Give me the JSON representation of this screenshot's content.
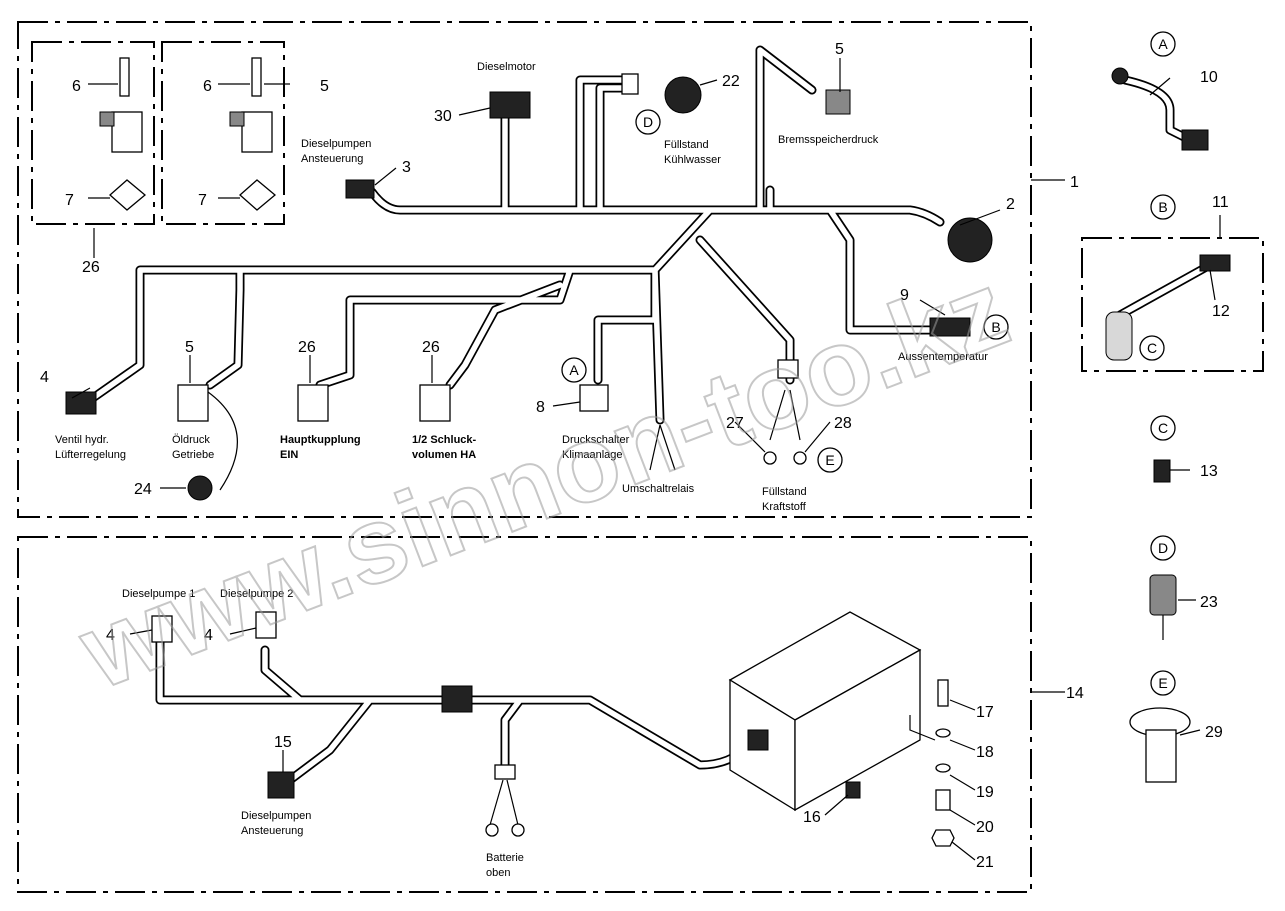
{
  "watermark": "www.sinnon-too.kz",
  "callouts": {
    "c1": "1",
    "c2": "2",
    "c3": "3",
    "c4a": "4",
    "c4b": "4",
    "c4c": "4",
    "c5a": "5",
    "c5b": "5",
    "c5c": "5",
    "c6a": "6",
    "c6b": "6",
    "c7a": "7",
    "c7b": "7",
    "c8": "8",
    "c9": "9",
    "c10": "10",
    "c11": "11",
    "c12": "12",
    "c13": "13",
    "c14": "14",
    "c15": "15",
    "c16": "16",
    "c17": "17",
    "c18": "18",
    "c19": "19",
    "c20": "20",
    "c21": "21",
    "c22": "22",
    "c23": "23",
    "c24": "24",
    "c26a": "26",
    "c26b": "26",
    "c26c": "26",
    "c27": "27",
    "c28": "28",
    "c29": "29",
    "c30": "30"
  },
  "markers": {
    "A": "A",
    "B": "B",
    "C": "C",
    "D": "D",
    "E": "E"
  },
  "labels": {
    "dieselmotor": "Dieselmotor",
    "dieselpumpen_1": "Dieselpumpen",
    "ansteuerung_1": "Ansteuerung",
    "fuellstand_1": "Füllstand",
    "kuehlwasser": "Kühlwasser",
    "bremsspeicherdruck": "Bremsspeicherdruck",
    "aussentemperatur": "Aussentemperatur",
    "ventil_1": "Ventil hydr.",
    "ventil_2": "Lüfterregelung",
    "oeldruck_1": "Öldruck",
    "oeldruck_2": "Getriebe",
    "hauptkupplung_1": "Hauptkupplung",
    "hauptkupplung_2": "EIN",
    "schluck_1": "1/2 Schluck-",
    "schluck_2": "volumen HA",
    "druckschalter_1": "Druckschalter",
    "druckschalter_2": "Klimaanlage",
    "umschaltrelais": "Umschaltrelais",
    "fuellstand_2": "Füllstand",
    "kraftstoff": "Kraftstoff",
    "dieselpumpe1": "Dieselpumpe 1",
    "dieselpumpe2": "Dieselpumpe 2",
    "dieselpumpen_2": "Dieselpumpen",
    "ansteuerung_2": "Ansteuerung",
    "batterie": "Batterie",
    "oben": "oben"
  }
}
